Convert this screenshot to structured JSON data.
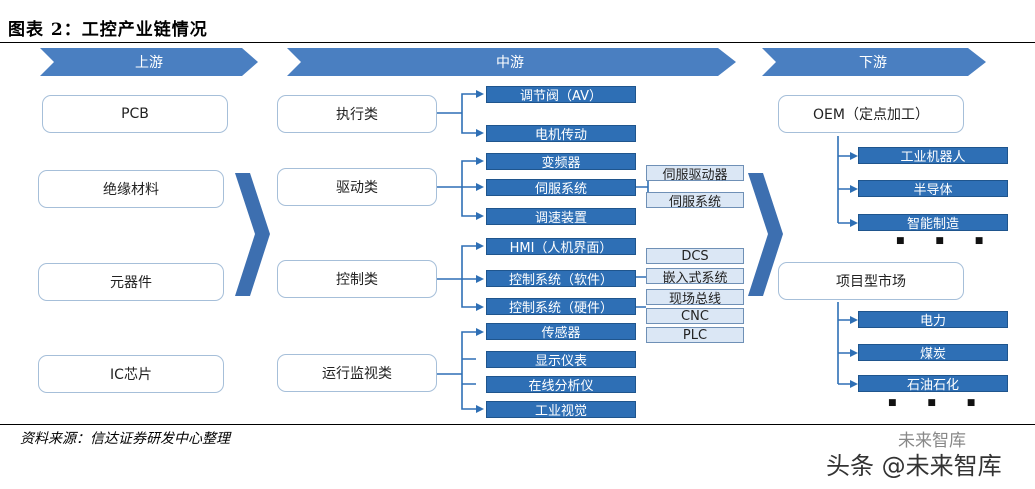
{
  "title": "图表 2：工控产业链情况",
  "phases": [
    "上游",
    "中游",
    "下游"
  ],
  "upstream": [
    "PCB",
    "绝缘材料",
    "元器件",
    "IC芯片"
  ],
  "midstream": {
    "categories": [
      "执行类",
      "驱动类",
      "控制类",
      "运行监视类"
    ],
    "actuator_items": [
      "调节阀（AV）",
      "电机传动"
    ],
    "drive_items": [
      "变频器",
      "伺服系统",
      "调速装置"
    ],
    "servo_sub": [
      "伺服驱动器",
      "伺服系统"
    ],
    "control_items": [
      "HMI（人机界面）",
      "控制系统（软件）",
      "控制系统（硬件）"
    ],
    "control_sub": [
      "DCS",
      "嵌入式系统",
      "现场总线",
      "CNC",
      "PLC"
    ],
    "monitor_items": [
      "传感器",
      "显示仪表",
      "在线分析仪",
      "工业视觉"
    ]
  },
  "downstream": {
    "oem": "OEM（定点加工）",
    "oem_items": [
      "工业机器人",
      "半导体",
      "智能制造"
    ],
    "ellipsis": "■ ■ ■",
    "project": "项目型市场",
    "project_items": [
      "电力",
      "煤炭",
      "石油石化"
    ]
  },
  "source": "资料来源：信达证券研发中心整理",
  "watermark": "头条 @未来智库",
  "watermark_small": "未来智库",
  "colors": {
    "bar": "#2e6fb5",
    "box_border": "#a6bfd9",
    "sub_fill": "#dbe7f5"
  }
}
